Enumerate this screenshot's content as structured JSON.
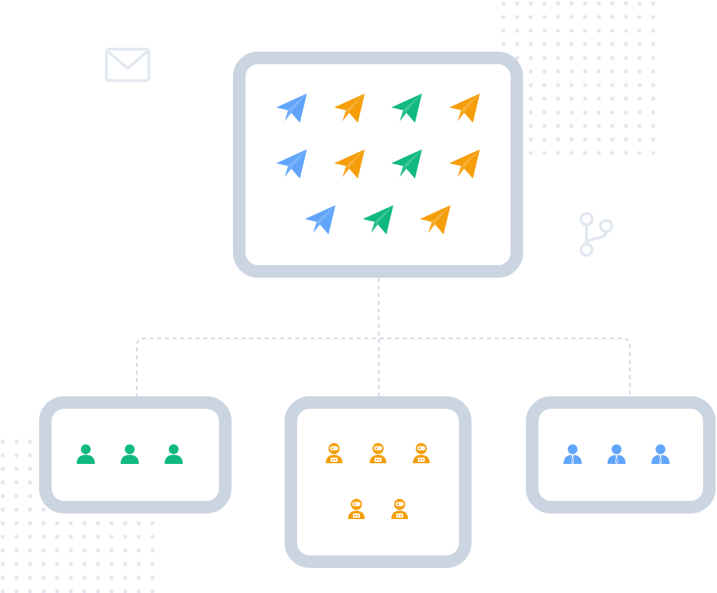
{
  "colors": {
    "frame": "#cbd5e1",
    "dots": "#e5e7f0",
    "line": "#cbd5e1",
    "blue": "#60a5fa",
    "orange": "#f59e0b",
    "green": "#10b981"
  },
  "decorations": [
    "envelope-icon",
    "git-branch-icon"
  ],
  "hub": {
    "icon": "paper-plane-icon",
    "rows": [
      [
        "blue",
        "orange",
        "green",
        "orange"
      ],
      [
        "blue",
        "orange",
        "green",
        "orange"
      ],
      [
        "blue",
        "green",
        "orange"
      ]
    ]
  },
  "groups": [
    {
      "name": "left",
      "icon": "user-icon",
      "color": "green",
      "count": 3
    },
    {
      "name": "middle",
      "icon": "astronaut-icon",
      "color": "orange",
      "count": 5
    },
    {
      "name": "right",
      "icon": "businessman-icon",
      "color": "blue",
      "count": 3
    }
  ]
}
